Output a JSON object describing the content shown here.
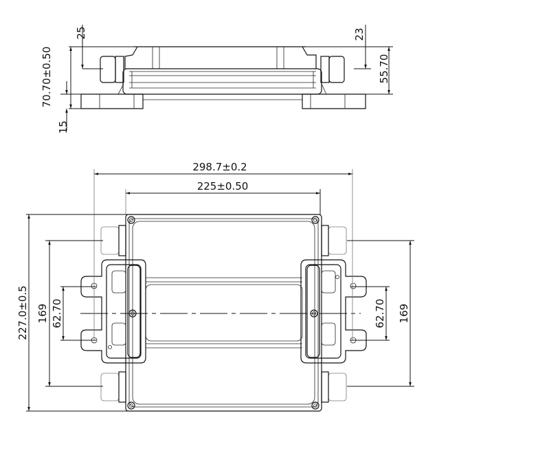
{
  "title": "Enclosure dimension drawing",
  "side_view": {
    "dim_left_connector_offset": "25",
    "dim_total_height": "70.70±0.50",
    "dim_flange_height": "15",
    "dim_right_connector_offset": "23",
    "dim_body_height": "55.70"
  },
  "top_view": {
    "dim_overall_width": "298.7±0.2",
    "dim_body_width": "225±0.50",
    "dim_overall_length": "227.0±0.5",
    "dim_connector_pitch_left": "169",
    "dim_mount_hole_pitch_left": "62.70",
    "dim_mount_hole_pitch_right": "62.70",
    "dim_connector_pitch_right": "169"
  }
}
